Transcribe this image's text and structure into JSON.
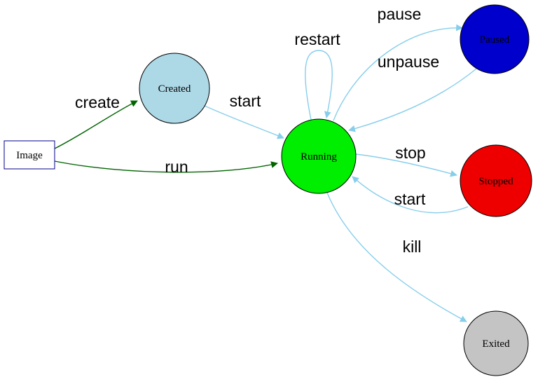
{
  "diagram": {
    "type": "state-diagram",
    "nodes": {
      "image": {
        "label": "Image",
        "shape": "rectangle",
        "fill": "#ffffff",
        "border": "#00008b"
      },
      "created": {
        "label": "Created",
        "shape": "circle",
        "fill": "#add8e6"
      },
      "running": {
        "label": "Running",
        "shape": "circle",
        "fill": "#00ee00"
      },
      "paused": {
        "label": "Paused",
        "shape": "circle",
        "fill": "#0000cc"
      },
      "stopped": {
        "label": "Stopped",
        "shape": "circle",
        "fill": "#ee0000"
      },
      "exited": {
        "label": "Exited",
        "shape": "circle",
        "fill": "#c4c4c4"
      }
    },
    "edges": {
      "create": {
        "label": "create",
        "from": "image",
        "to": "created",
        "color": "#006400"
      },
      "run": {
        "label": "run",
        "from": "image",
        "to": "running",
        "color": "#006400"
      },
      "start_created": {
        "label": "start",
        "from": "created",
        "to": "running",
        "color": "#87ceeb"
      },
      "restart": {
        "label": "restart",
        "from": "running",
        "to": "running",
        "color": "#87ceeb"
      },
      "pause": {
        "label": "pause",
        "from": "running",
        "to": "paused",
        "color": "#87ceeb"
      },
      "unpause": {
        "label": "unpause",
        "from": "paused",
        "to": "running",
        "color": "#87ceeb"
      },
      "stop": {
        "label": "stop",
        "from": "running",
        "to": "stopped",
        "color": "#87ceeb"
      },
      "start_stopped": {
        "label": "start",
        "from": "stopped",
        "to": "running",
        "color": "#87ceeb"
      },
      "kill": {
        "label": "kill",
        "from": "running",
        "to": "exited",
        "color": "#87ceeb"
      }
    }
  }
}
